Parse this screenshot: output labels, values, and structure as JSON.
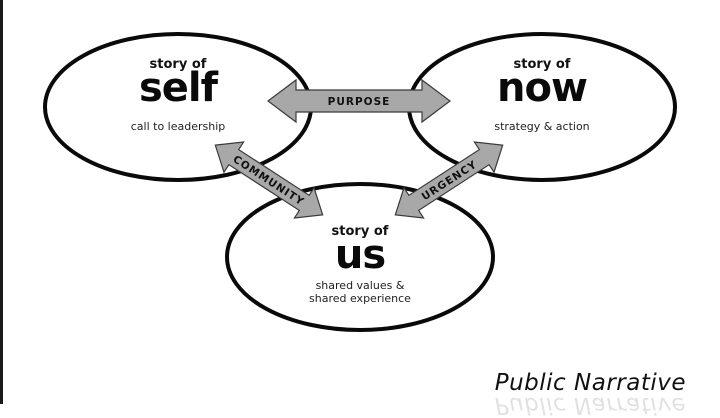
{
  "circles": {
    "self": {
      "prefix": "story of",
      "title": "self",
      "subtitle": "call to leadership"
    },
    "now": {
      "prefix": "story of",
      "title": "now",
      "subtitle": "strategy & action"
    },
    "us": {
      "prefix": "story of",
      "title": "us",
      "subtitle_line1": "shared values &",
      "subtitle_line2": "shared experience"
    }
  },
  "arrows": {
    "purpose": "PURPOSE",
    "community": "COMMUNITY",
    "urgency": "URGENCY"
  },
  "footer": {
    "title": "Public Narrative"
  },
  "colors": {
    "arrow_fill": "#a8a8a8",
    "arrow_stroke": "#3a3a3a",
    "circle_stroke": "#0a0a0a"
  }
}
